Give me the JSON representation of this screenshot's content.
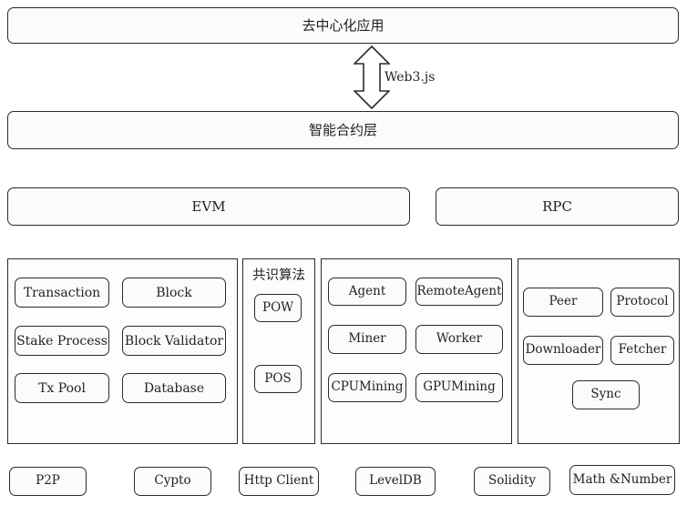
{
  "top": {
    "dapp": "去中心化应用",
    "web3": "Web3.js",
    "contract_layer": "智能合约层"
  },
  "middle": {
    "evm": "EVM",
    "rpc": "RPC"
  },
  "core": {
    "items": [
      "Transaction",
      "Block",
      "Stake Process",
      "Block Validator",
      "Tx Pool",
      "Database"
    ]
  },
  "consensus": {
    "title": "共识算法",
    "items": [
      "POW",
      "POS"
    ]
  },
  "mining": {
    "items": [
      "Agent",
      "RemoteAgent",
      "Miner",
      "Worker",
      "CPUMining",
      "GPUMining"
    ]
  },
  "network": {
    "items": [
      "Peer",
      "Protocol",
      "Downloader",
      "Fetcher",
      "Sync"
    ]
  },
  "bottom": {
    "items": [
      "P2P",
      "Cypto",
      "Http Client",
      "LevelDB",
      "Solidity",
      "Math &Number"
    ]
  }
}
